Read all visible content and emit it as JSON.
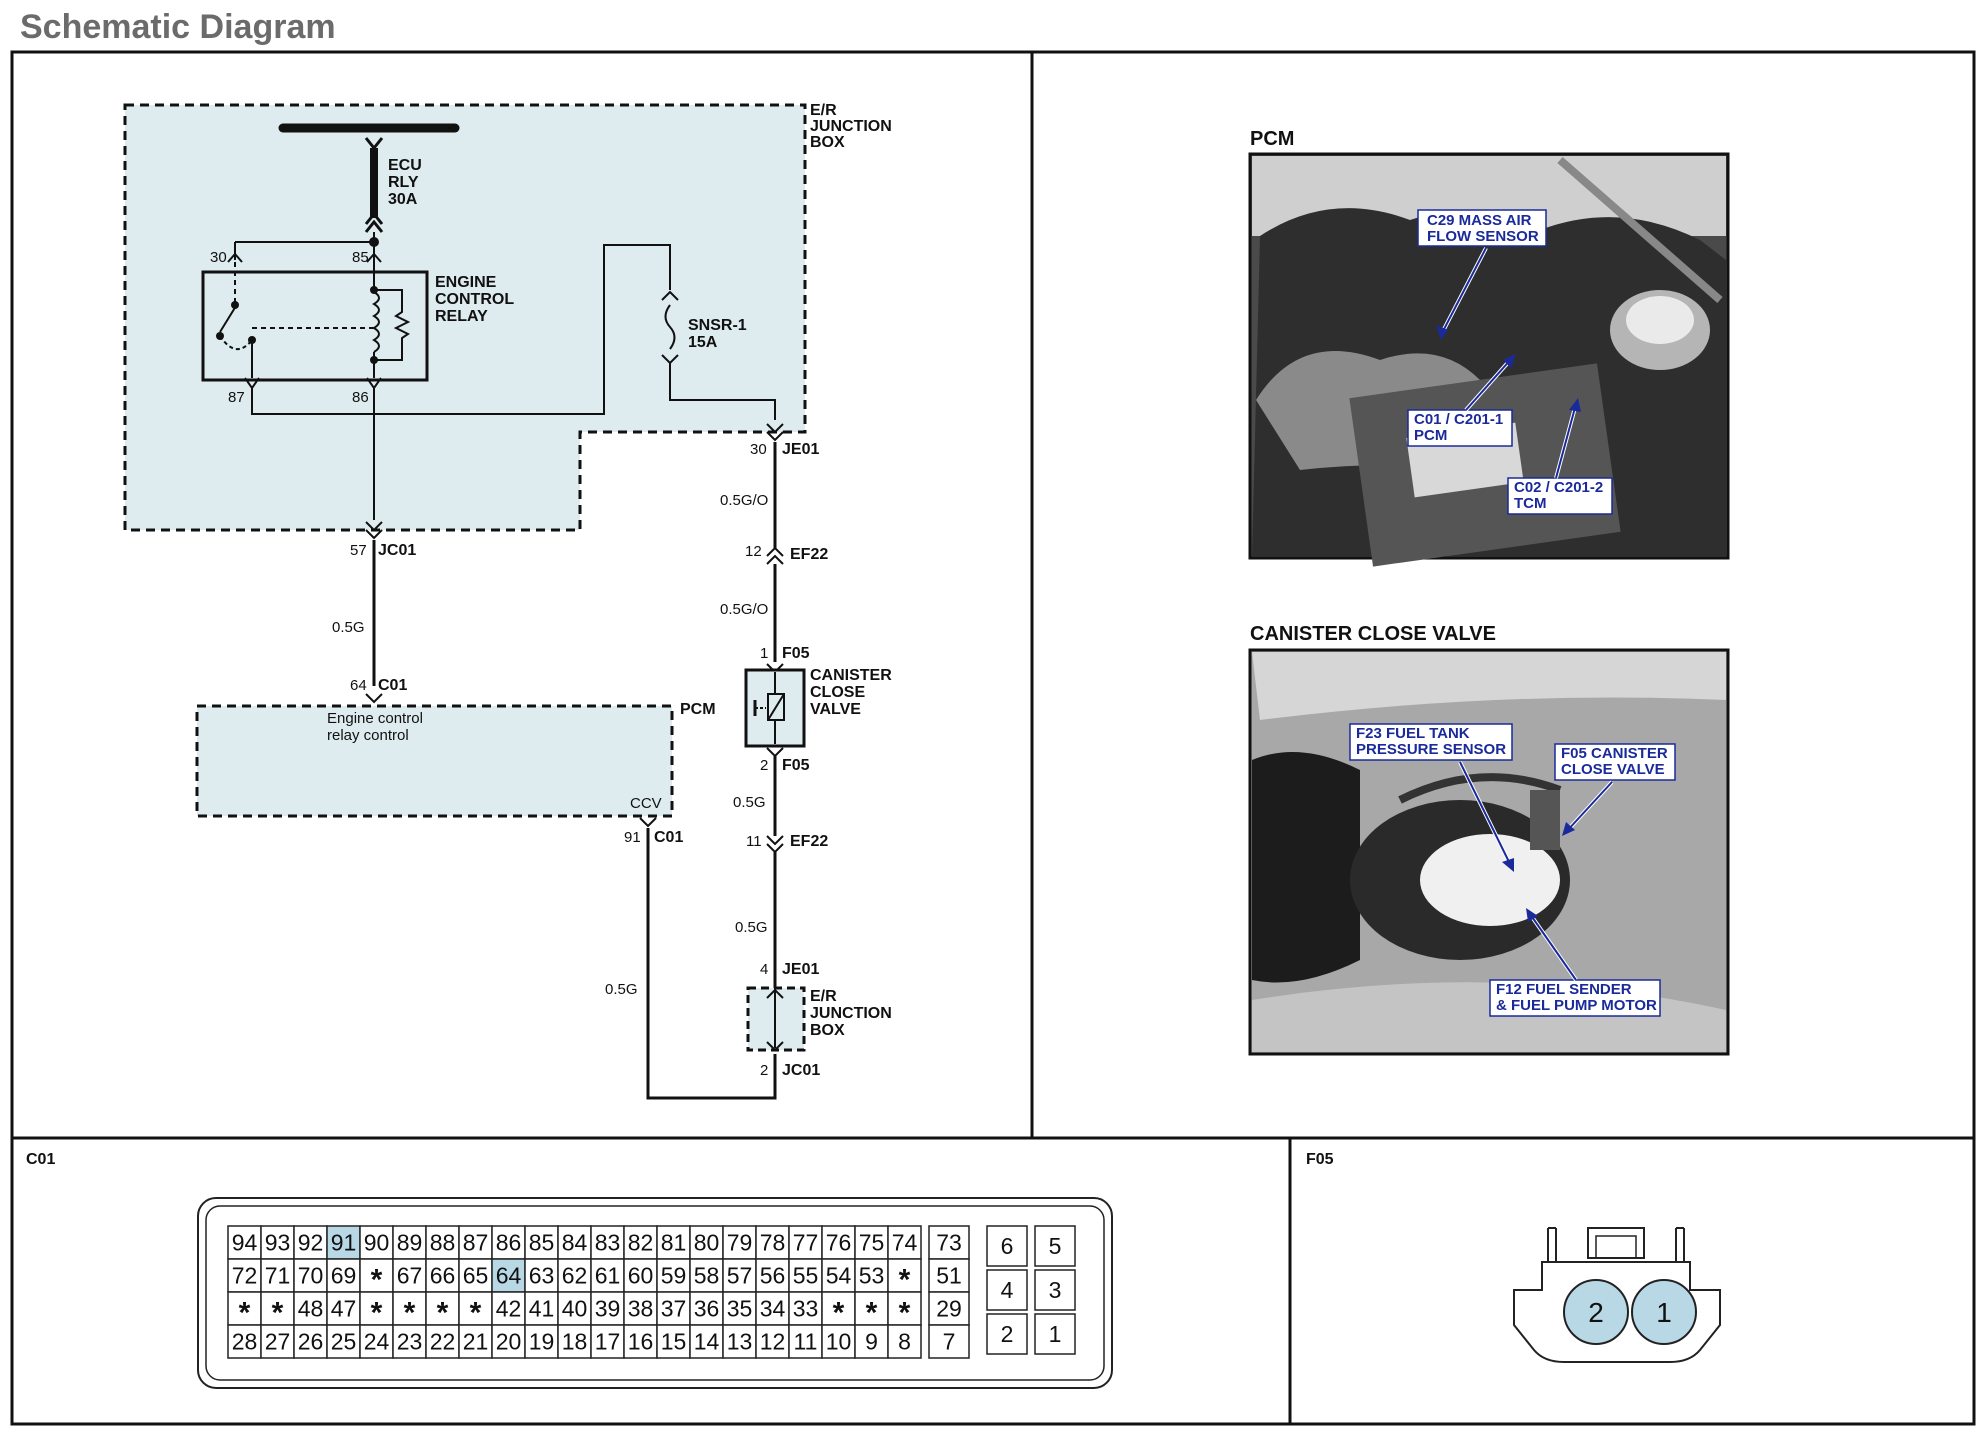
{
  "page": {
    "title": "Schematic Diagram"
  },
  "schematic": {
    "junction_box_label": [
      "E/R",
      "JUNCTION",
      "BOX"
    ],
    "ecu_fuse": [
      "ECU",
      "RLY",
      "30A"
    ],
    "relay_label": [
      "ENGINE",
      "CONTROL",
      "RELAY"
    ],
    "relay_pins": [
      "30",
      "85",
      "87",
      "86"
    ],
    "snsr_fuse": [
      "SNSR-1",
      "15A"
    ],
    "je01_top": {
      "pin": "30",
      "name": "JE01"
    },
    "jc01_top": {
      "pin": "57",
      "name": "JC01"
    },
    "wire_05g_a": "0.5G",
    "c01_top": {
      "pin": "64",
      "name": "C01"
    },
    "pcm_label": "PCM",
    "pcm_text": [
      "Engine control",
      "relay control"
    ],
    "ccv_label": "CCV",
    "c01_bottom": {
      "pin": "91",
      "name": "C01"
    },
    "wire_05go_a": "0.5G/O",
    "ef22_top": {
      "pin": "12",
      "name": "EF22"
    },
    "wire_05go_b": "0.5G/O",
    "f05_top": {
      "pin": "1",
      "name": "F05"
    },
    "valve_label": [
      "CANISTER",
      "CLOSE",
      "VALVE"
    ],
    "f05_bottom": {
      "pin": "2",
      "name": "F05"
    },
    "wire_05g_b": "0.5G",
    "ef22_bottom": {
      "pin": "11",
      "name": "EF22"
    },
    "wire_05g_c": "0.5G",
    "je01_bottom": {
      "pin": "4",
      "name": "JE01"
    },
    "junction_box2_label": [
      "E/R",
      "JUNCTION",
      "BOX"
    ],
    "wire_05g_d": "0.5G",
    "jc01_bottom": {
      "pin": "2",
      "name": "JC01"
    }
  },
  "photos": {
    "pcm_title": "PCM",
    "pcm_callouts": [
      [
        "C29 MASS AIR",
        "FLOW SENSOR"
      ],
      [
        "C01 / C201-1",
        "PCM"
      ],
      [
        "C02 / C201-2",
        "TCM"
      ]
    ],
    "valve_title": "CANISTER CLOSE VALVE",
    "valve_callouts": [
      [
        "F23 FUEL TANK",
        "PRESSURE SENSOR"
      ],
      [
        "F05 CANISTER",
        "CLOSE VALVE"
      ],
      [
        "F12 FUEL SENDER",
        "& FUEL PUMP MOTOR"
      ]
    ]
  },
  "connectors": {
    "c01_title": "C01",
    "f05_title": "F05",
    "c01_rows": [
      [
        "94",
        "93",
        "92",
        "91",
        "90",
        "89",
        "88",
        "87",
        "86",
        "85",
        "84",
        "83",
        "82",
        "81",
        "80",
        "79",
        "78",
        "77",
        "76",
        "75",
        "74"
      ],
      [
        "72",
        "71",
        "70",
        "69",
        "*",
        "67",
        "66",
        "65",
        "64",
        "63",
        "62",
        "61",
        "60",
        "59",
        "58",
        "57",
        "56",
        "55",
        "54",
        "53",
        "*"
      ],
      [
        "*",
        "*",
        "48",
        "47",
        "*",
        "*",
        "*",
        "*",
        "42",
        "41",
        "40",
        "39",
        "38",
        "37",
        "36",
        "35",
        "34",
        "33",
        "*",
        "*",
        "*"
      ],
      [
        "28",
        "27",
        "26",
        "25",
        "24",
        "23",
        "22",
        "21",
        "20",
        "19",
        "18",
        "17",
        "16",
        "15",
        "14",
        "13",
        "12",
        "11",
        "10",
        "9",
        "8"
      ]
    ],
    "c01_side": [
      "73",
      "51",
      "29",
      "7"
    ],
    "c01_right": [
      [
        "6",
        "5"
      ],
      [
        "4",
        "3"
      ],
      [
        "2",
        "1"
      ]
    ],
    "c01_highlight": [
      "91",
      "64"
    ],
    "f05_pins": [
      "2",
      "1"
    ],
    "highlight_color": "#b8d8e6",
    "box_fill": "#deecef"
  }
}
